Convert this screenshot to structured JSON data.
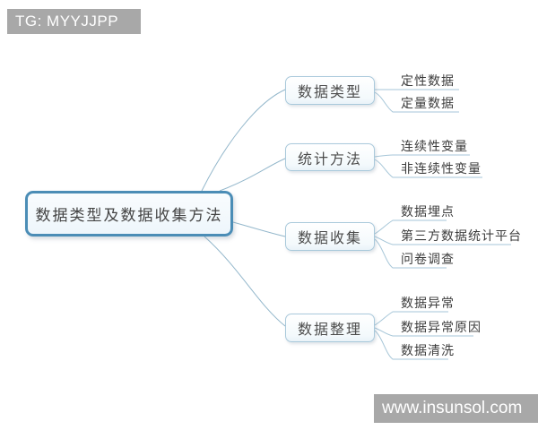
{
  "watermark_top": {
    "text": "TG: MYYJJPP"
  },
  "watermark_bottom": {
    "text": "www.insunsol.com"
  },
  "mindmap": {
    "root": {
      "label": "数据类型及数据收集方法"
    },
    "branches": [
      {
        "label": "数据类型",
        "children": [
          {
            "label": "定性数据"
          },
          {
            "label": "定量数据"
          }
        ]
      },
      {
        "label": "统计方法",
        "children": [
          {
            "label": "连续性变量"
          },
          {
            "label": "非连续性变量"
          }
        ]
      },
      {
        "label": "数据收集",
        "children": [
          {
            "label": "数据埋点"
          },
          {
            "label": "第三方数据统计平台"
          },
          {
            "label": "问卷调查"
          }
        ]
      },
      {
        "label": "数据整理",
        "children": [
          {
            "label": "数据异常"
          },
          {
            "label": "数据异常原因"
          },
          {
            "label": "数据清洗"
          }
        ]
      }
    ]
  },
  "colors": {
    "root_border": "#4b8db6",
    "branch_border": "#a9c9db",
    "connector_line": "#93b7cb",
    "leaf_underline": "#a6c6d8",
    "watermark_background": "#a8a8a8",
    "watermark_text": "#ffffff",
    "node_text": "#444444",
    "leaf_text": "#3c3c3c",
    "canvas_background": "#ffffff"
  }
}
